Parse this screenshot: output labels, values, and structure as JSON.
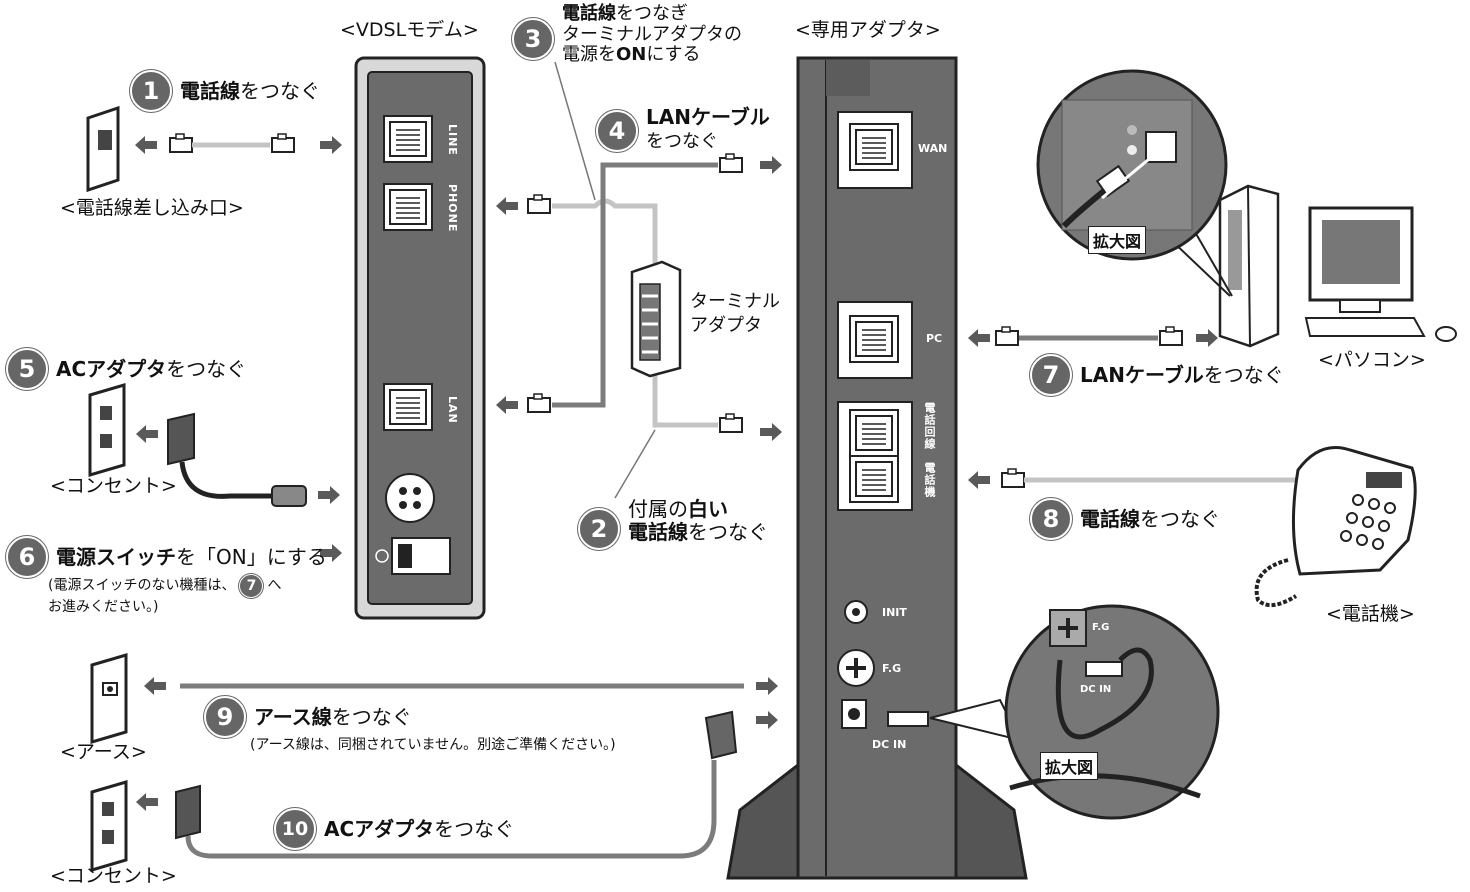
{
  "devices": {
    "vdsl_modem": "<VDSLモデム>",
    "adapter": "<専用アダプタ>",
    "phone_jack": "<電話線差し込み口>",
    "outlet_top": "<コンセント>",
    "outlet_bottom": "<コンセント>",
    "ground": "<アース>",
    "pc": "<パソコン>",
    "telephone": "<電話機>",
    "terminal_adapter": [
      "ターミナル",
      "アダプタ"
    ]
  },
  "ports": {
    "modem": {
      "line": "LINE",
      "phone": "PHONE",
      "lan": "LAN"
    },
    "adapter": {
      "wan": "WAN",
      "pc": "PC",
      "line": "電話回線",
      "phone": "電話機",
      "init": "INIT",
      "fg": "F.G",
      "dcin": "DC IN"
    }
  },
  "enlargement": {
    "label_top": "拡大図",
    "label_bottom": "拡大図",
    "fg": "F.G",
    "dcin": "DC IN"
  },
  "steps": {
    "s1": {
      "num": "1",
      "bold": "電話線",
      "text": "をつなぐ"
    },
    "s2": {
      "num": "2",
      "l1_pre": "付属の",
      "l1_bold": "白い",
      "l2_bold": "電話線",
      "l2_text": "をつなぐ"
    },
    "s3": {
      "num": "3",
      "l1_bold": "電話線",
      "l1_text": "をつなぎ",
      "l2": "ターミナルアダプタの",
      "l3_pre": "電源を",
      "l3_bold": "ON",
      "l3_text": "にする"
    },
    "s4": {
      "num": "4",
      "l1_bold": "LANケーブル",
      "l2": "をつなぐ"
    },
    "s5": {
      "num": "5",
      "bold": "ACアダプタ",
      "text": "をつなぐ"
    },
    "s6": {
      "num": "6",
      "bold": "電源スイッチ",
      "text": "を「ON」にする",
      "note_pre": "(電源スイッチのない機種は、",
      "note_num": "7",
      "note_post": "へ",
      "note_l2": "お進みください。)"
    },
    "s7": {
      "num": "7",
      "bold": "LANケーブル",
      "text": "をつなぐ"
    },
    "s8": {
      "num": "8",
      "bold": "電話線",
      "text": "をつなぐ"
    },
    "s9": {
      "num": "9",
      "bold": "アース線",
      "text": "をつなぐ",
      "note": "(アース線は、同梱されていません。別途ご準備ください。)"
    },
    "s10": {
      "num": "10",
      "bold": "ACアダプタ",
      "text": "をつなぐ"
    }
  },
  "colors": {
    "device": "#6b6b6b",
    "device_dark": "#3a3a3a",
    "cable_light": "#c4c4c4",
    "cable_dark": "#7c7c7c",
    "badge": "#666666",
    "arrow": "#5a5a5a"
  }
}
